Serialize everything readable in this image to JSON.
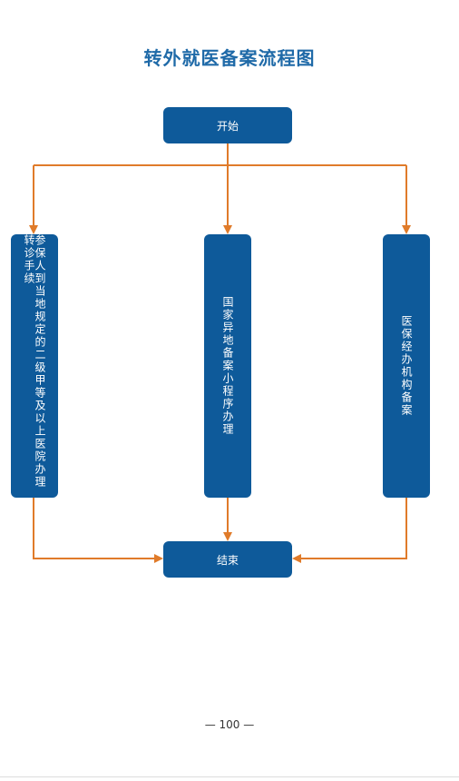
{
  "title": "转外就医备案流程图",
  "nodes": {
    "start": "开始",
    "left": "参保人到当地规定的二级甲等及以上医院办理转诊手续",
    "middle": "国家异地备案小程序办理",
    "right": "医保经办机构备案",
    "end": "结束"
  },
  "page_number": "— 100 —",
  "colors": {
    "title": "#1f6aa8",
    "box": "#0e5a9a",
    "arrow": "#e07b2a"
  }
}
